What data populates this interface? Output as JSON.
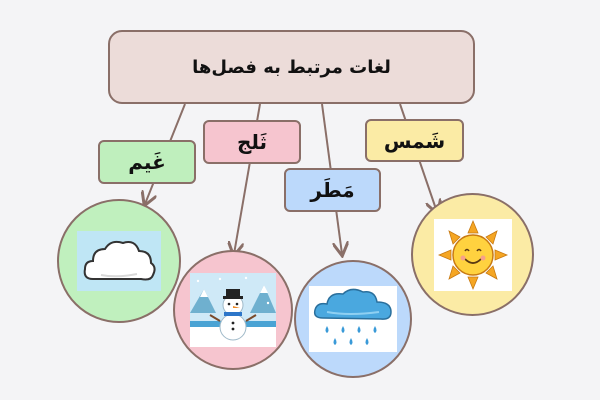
{
  "title": "لغات مرتبط به فصل‌ها",
  "nodes": [
    {
      "id": "cloud",
      "label": "غَیم",
      "picture": "cloud-icon",
      "color": "#bfefbd"
    },
    {
      "id": "snow",
      "label": "ثَلج",
      "picture": "snowman-icon",
      "color": "#f6c5cf"
    },
    {
      "id": "rain",
      "label": "مَطَر",
      "picture": "rain-cloud-icon",
      "color": "#bcd9fb"
    },
    {
      "id": "sun",
      "label": "شَمس",
      "picture": "sun-icon",
      "color": "#fbeba5"
    }
  ],
  "colors": {
    "title_box": "#ecdcd9",
    "border": "#8a6f68",
    "arrow": "#8a6f68",
    "background": "#f4f4f6"
  }
}
